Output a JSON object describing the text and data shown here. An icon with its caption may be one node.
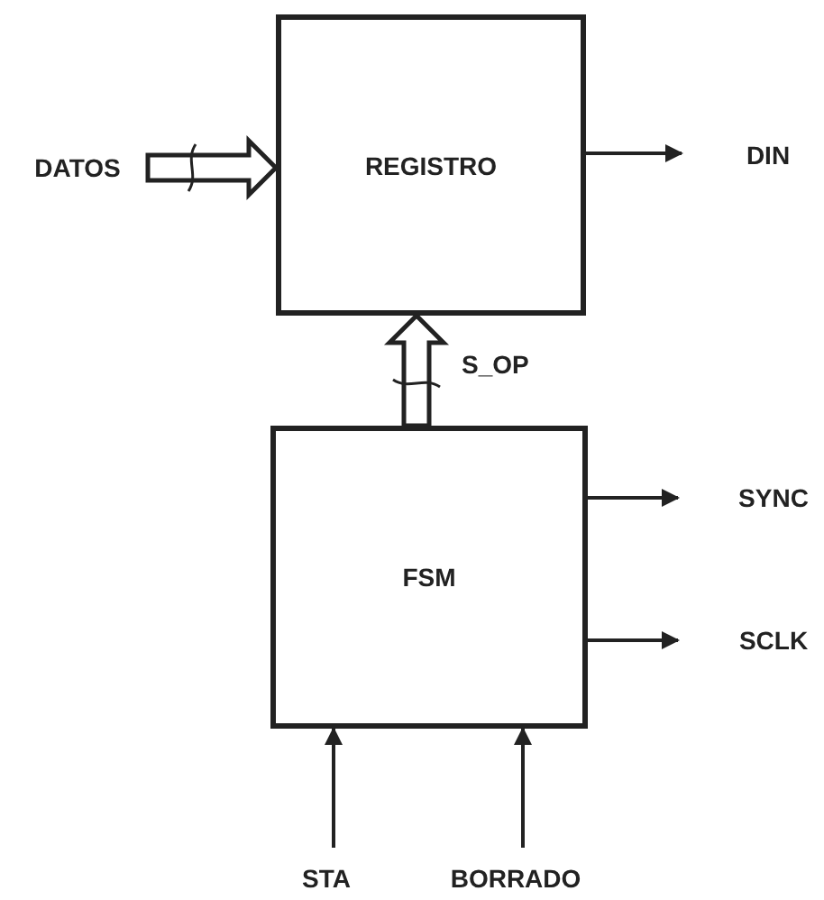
{
  "diagram": {
    "nodes": [
      {
        "text": [
          "REGISTRO"
        ]
      },
      {
        "text": [
          "FSM"
        ]
      },
      {
        "text": [
          "DATOS"
        ]
      },
      {
        "text": [
          "DIN"
        ]
      },
      {
        "text": [
          "SYNC"
        ]
      },
      {
        "text": [
          "SCLK"
        ]
      },
      {
        "text": [
          "STA"
        ]
      },
      {
        "text": [
          "BORRADO"
        ]
      }
    ],
    "edges": [
      {
        "from": 2,
        "to": 0,
        "arrow": "to",
        "style": "thick"
      },
      {
        "from": 0,
        "to": 3,
        "arrow": "to"
      },
      {
        "from": 1,
        "to": 0,
        "arrow": "to",
        "style": "thick",
        "label": "S_OP"
      },
      {
        "from": 1,
        "to": 4,
        "arrow": "to"
      },
      {
        "from": 1,
        "to": 5,
        "arrow": "to"
      },
      {
        "from": 6,
        "to": 1,
        "arrow": "to"
      },
      {
        "from": 7,
        "to": 1,
        "arrow": "to"
      }
    ]
  }
}
